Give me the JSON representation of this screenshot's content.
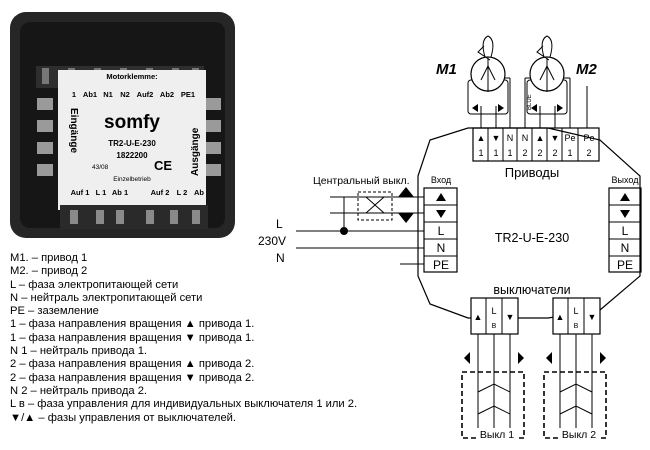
{
  "device": {
    "brand": "somfy",
    "model": "TR2-U-E-230",
    "part_no": "1822200",
    "batch": "43/08",
    "header": "Motorklemme:",
    "terminals_top": [
      "1",
      "Ab1",
      "N1",
      "N2",
      "Auf2",
      "Ab2",
      "PE1"
    ],
    "left_side": "Eingänge",
    "right_side": "Ausgänge",
    "mode": "Einzelbetrieb",
    "terminals_bottom": [
      "Auf 1",
      "L 1",
      "Ab 1",
      "Auf 2",
      "L 2",
      "Ab"
    ]
  },
  "diagram": {
    "m1": "M1",
    "m2": "M2",
    "drives": "Приводы",
    "in_label": "Вход",
    "out_label": "Выход",
    "model": "TR2-U-E-230",
    "switches": "выключатели",
    "central_switch": "Центральный выкл.",
    "wire_l": "L",
    "voltage": "230V",
    "wire_n": "N",
    "wire_colors": "BLUE",
    "in_terms": [
      "▲",
      "▼",
      "L",
      "N",
      "PE"
    ],
    "out_terms": [
      "▲",
      "▼",
      "L",
      "N",
      "PE"
    ],
    "drive_terms": [
      {
        "top": "▲",
        "bot": "1"
      },
      {
        "top": "▼",
        "bot": "1"
      },
      {
        "top": "N",
        "bot": "1"
      },
      {
        "top": "N",
        "bot": "2"
      },
      {
        "top": "▲",
        "bot": "2"
      },
      {
        "top": "▼",
        "bot": "2"
      },
      {
        "top": "Pe",
        "bot": "1"
      },
      {
        "top": "Pe",
        "bot": "2"
      }
    ],
    "sw1_terms": [
      "▲",
      "L",
      "B",
      "▼"
    ],
    "sw2_terms": [
      "▲",
      "L",
      "B",
      "▼"
    ],
    "sw1_label": "Выкл 1",
    "sw2_label": "Выкл 2"
  },
  "legend": [
    "M1. – привод 1",
    "M2. – привод 2",
    "L – фаза электропитающей сети",
    "N – нейтраль электропитающей сети",
    "PE – заземление",
    "1 – фаза направления вращения ▲ привода 1.",
    "1 – фаза направления вращения ▼ привода 1.",
    "N 1 – нейтраль привода 1.",
    "2 – фаза направления вращения ▲ привода 2.",
    "2 – фаза направления вращения ▼ привода 2.",
    "N 2 – нейтраль привода 2.",
    "L в – фаза управления для индивидуальных выключателя 1 или 2.",
    "▼/▲ – фазы управления от выключателей."
  ]
}
